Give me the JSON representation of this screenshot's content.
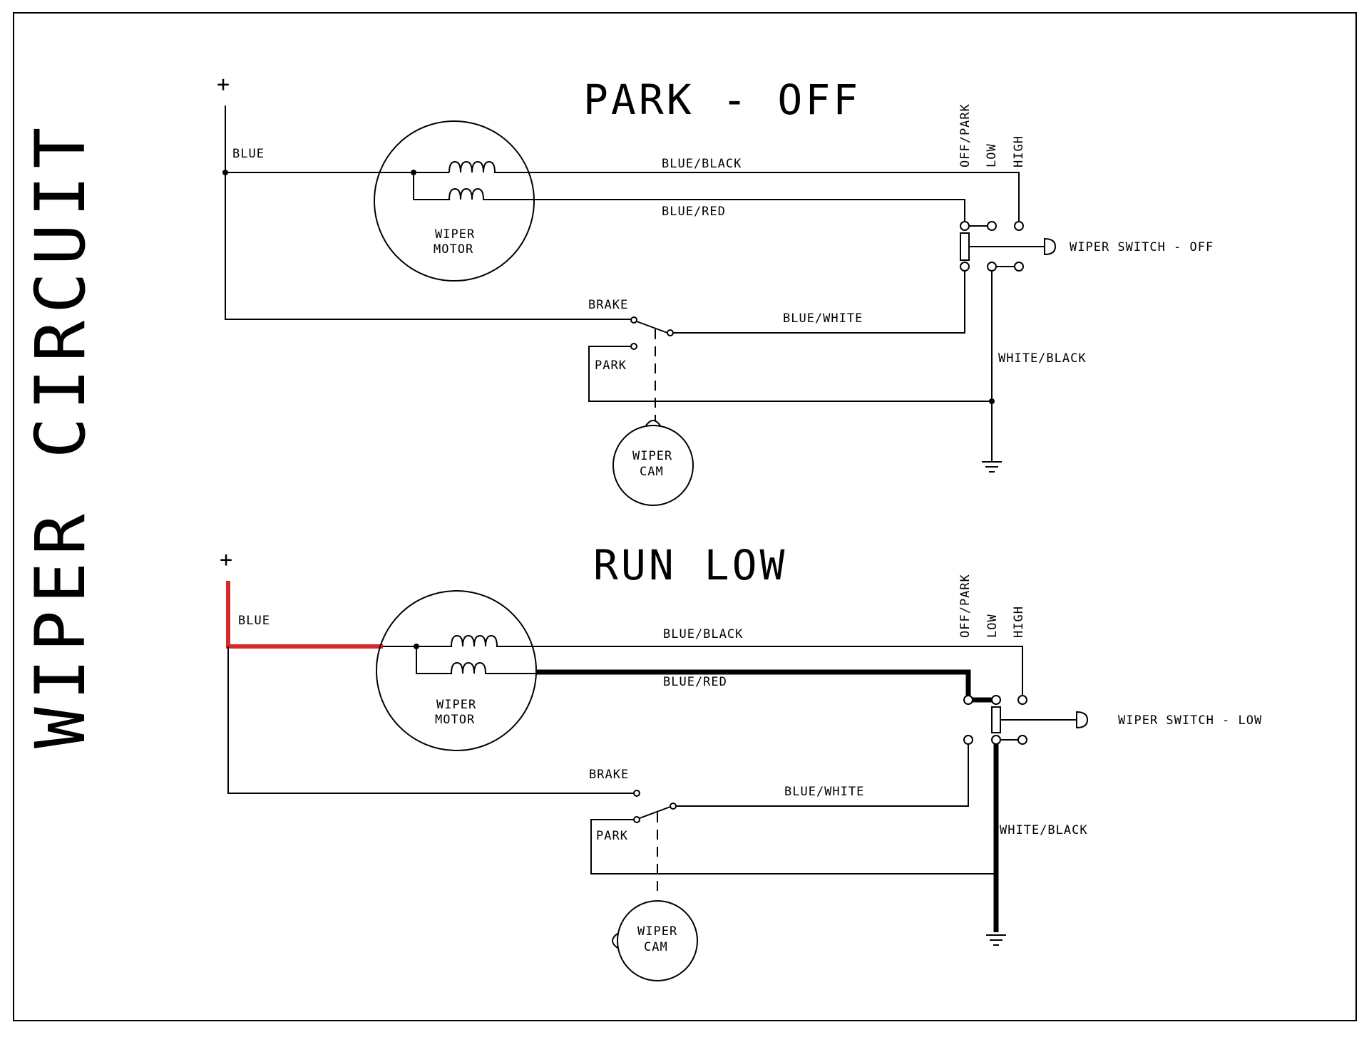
{
  "side_title": "WIPER CIRCUIT",
  "labels": {
    "plus": "+",
    "blue": "BLUE",
    "blue_black": "BLUE/BLACK",
    "blue_red": "BLUE/RED",
    "blue_white": "BLUE/WHITE",
    "white_black": "WHITE/BLACK",
    "brake": "BRAKE",
    "park": "PARK",
    "wiper": "WIPER",
    "motor": "MOTOR",
    "cam": "CAM",
    "off_park": "OFF/PARK",
    "low": "LOW",
    "high": "HIGH"
  },
  "panels": [
    {
      "title": "PARK - OFF",
      "switch_label": "WIPER SWITCH - OFF"
    },
    {
      "title": "RUN LOW",
      "switch_label": "WIPER SWITCH - LOW"
    }
  ],
  "colors": {
    "line": "#000000",
    "active_positive": "#d42a2a",
    "active_path": "#000000"
  }
}
